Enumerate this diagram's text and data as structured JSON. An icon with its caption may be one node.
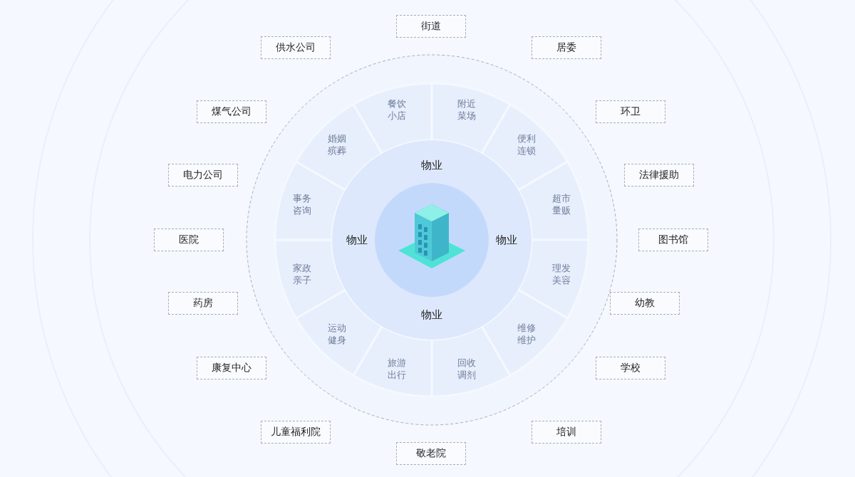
{
  "diagram": {
    "nodes": [
      {
        "text": [
          "街道"
        ]
      },
      {
        "text": [
          "供水公司"
        ]
      },
      {
        "text": [
          "居委"
        ]
      },
      {
        "text": [
          "煤气公司"
        ]
      },
      {
        "text": [
          "环卫"
        ]
      },
      {
        "text": [
          "电力公司"
        ]
      },
      {
        "text": [
          "法律援助"
        ]
      },
      {
        "text": [
          "医院"
        ]
      },
      {
        "text": [
          "图书馆"
        ]
      },
      {
        "text": [
          "药房"
        ]
      },
      {
        "text": [
          "幼教"
        ]
      },
      {
        "text": [
          "康复中心"
        ]
      },
      {
        "text": [
          "学校"
        ]
      },
      {
        "text": [
          "儿童福利院"
        ]
      },
      {
        "text": [
          "培训"
        ]
      },
      {
        "text": [
          "敬老院"
        ]
      },
      {
        "text": [
          "餐饮小店"
        ]
      },
      {
        "text": [
          "附近菜场"
        ]
      },
      {
        "text": [
          "便利连锁"
        ]
      },
      {
        "text": [
          "超市量贩"
        ]
      },
      {
        "text": [
          "理发美容"
        ]
      },
      {
        "text": [
          "维修维护"
        ]
      },
      {
        "text": [
          "回收调剂"
        ]
      },
      {
        "text": [
          "旅游出行"
        ]
      },
      {
        "text": [
          "运动健身"
        ]
      },
      {
        "text": [
          "家政亲子"
        ]
      },
      {
        "text": [
          "事务咨询"
        ]
      },
      {
        "text": [
          "婚姻殡葬"
        ]
      },
      {
        "text": [
          "物业",
          "物业",
          "物业",
          "物业"
        ]
      }
    ]
  }
}
